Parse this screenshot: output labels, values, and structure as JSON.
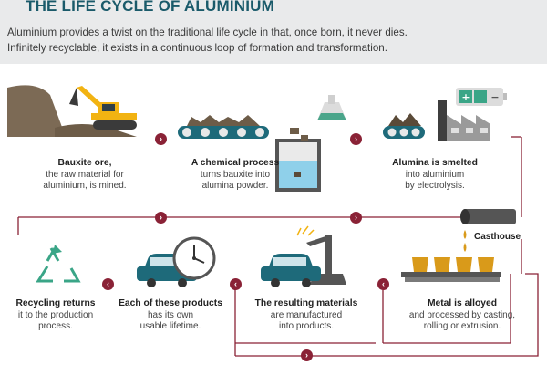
{
  "header": {
    "title": "THE LIFE CYCLE OF ALUMINIUM",
    "intro_line1": "Aluminium provides a twist on the traditional life cycle in that, once born, it never dies.",
    "intro_line2": "Infinitely recyclable, it exists in a continuous loop of formation and transformation."
  },
  "steps": [
    {
      "title": "Bauxite ore,",
      "lines": [
        "the raw material for",
        "aluminium, is mined."
      ]
    },
    {
      "title": "A chemical process",
      "lines": [
        "turns bauxite into",
        "alumina powder."
      ]
    },
    {
      "title": "Alumina is smelted",
      "lines": [
        "into aluminium",
        "by electrolysis."
      ]
    },
    {
      "title": "Metal is alloyed",
      "lines": [
        "and processed by casting,",
        "rolling or extrusion."
      ]
    },
    {
      "title": "The resulting materials",
      "lines": [
        "are manufactured",
        "into products."
      ]
    },
    {
      "title": "Each of these products",
      "lines": [
        "has its own",
        "usable lifetime."
      ]
    },
    {
      "title": "Recycling returns",
      "lines": [
        "it to the production",
        "process."
      ]
    }
  ],
  "casthouse_label": "Casthouse",
  "arrow_glyphs": {
    "right": "›",
    "left": "‹"
  },
  "colors": {
    "accent": "#8a2236",
    "title": "#1a5a6a",
    "conveyor": "#1e6a7a",
    "recycle": "#3aa587",
    "machine_yellow": "#f2b312"
  },
  "icons": [
    "excavator-icon",
    "conveyor-icon",
    "flask-icon",
    "factory-icon",
    "battery-icon",
    "pipe-icon",
    "ingot-mould-icon",
    "car-icon",
    "crane-icon",
    "clock-icon",
    "recycle-icon"
  ]
}
